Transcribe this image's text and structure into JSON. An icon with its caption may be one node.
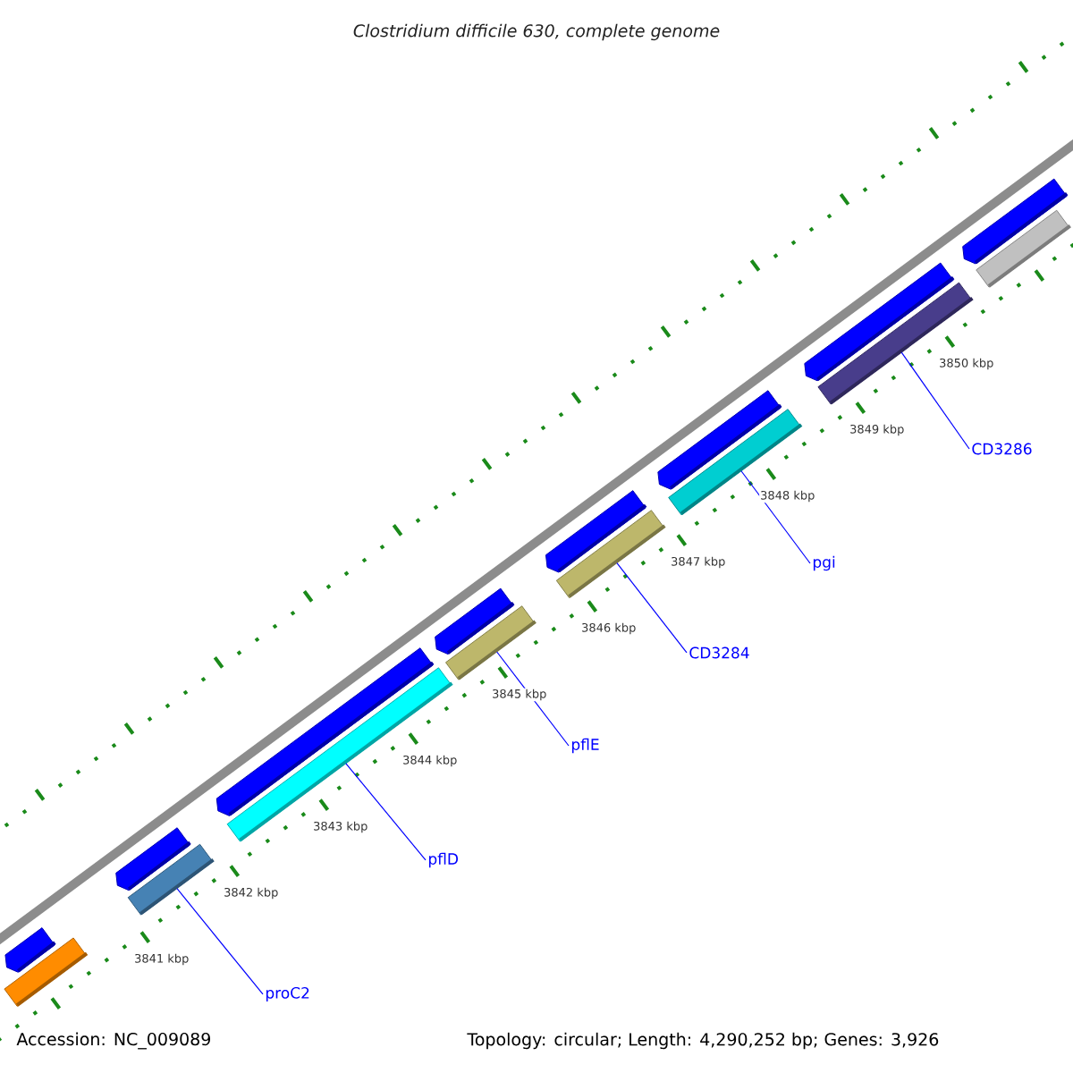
{
  "diagram": {
    "title": "Clostridium difficile 630, complete genome",
    "nodes": [
      {
        "text": [
          "proC2"
        ]
      },
      {
        "text": [
          "pflD"
        ]
      },
      {
        "text": [
          "pflE"
        ]
      },
      {
        "text": [
          "CD3284"
        ]
      },
      {
        "text": [
          "pgi"
        ]
      },
      {
        "text": [
          "CD3286"
        ]
      },
      {
        "text": [],
        "shape": "bar"
      },
      {
        "text": [],
        "shape": "bar"
      },
      {
        "text": [],
        "shape": "bar"
      },
      {
        "text": [],
        "shape": "bar"
      },
      {
        "text": [],
        "shape": "bar"
      },
      {
        "text": [],
        "shape": "bar"
      },
      {
        "text": [],
        "shape": "bar"
      },
      {
        "text": [],
        "shape": "bar"
      },
      {
        "text": [],
        "shape": "bar"
      },
      {
        "text": [],
        "shape": "bar"
      },
      {
        "text": [],
        "shape": "bar"
      },
      {
        "text": [],
        "shape": "bar"
      },
      {
        "text": [],
        "shape": "bar"
      },
      {
        "text": [],
        "shape": "bar"
      },
      {
        "text": [],
        "shape": "bar"
      },
      {
        "text": [],
        "shape": "bar"
      }
    ],
    "edges": [
      {
        "from": 0,
        "to": 6,
        "arrow": "none"
      },
      {
        "from": 1,
        "to": 7,
        "arrow": "none"
      },
      {
        "from": 2,
        "to": 8,
        "arrow": "none"
      },
      {
        "from": 3,
        "to": 9,
        "arrow": "none"
      },
      {
        "from": 4,
        "to": 10,
        "arrow": "none"
      },
      {
        "from": 5,
        "to": 11,
        "arrow": "none"
      }
    ],
    "labels": [
      "3841 kbp",
      "3842 kbp",
      "3843 kbp",
      "3844 kbp",
      "3845 kbp",
      "3846 kbp",
      "3847 kbp",
      "3848 kbp",
      "3849 kbp",
      "3850 kbp",
      "Accession: NC_009089",
      "Topology: circular; Length: 4,290,252 bp; Genes: 3,926"
    ]
  }
}
